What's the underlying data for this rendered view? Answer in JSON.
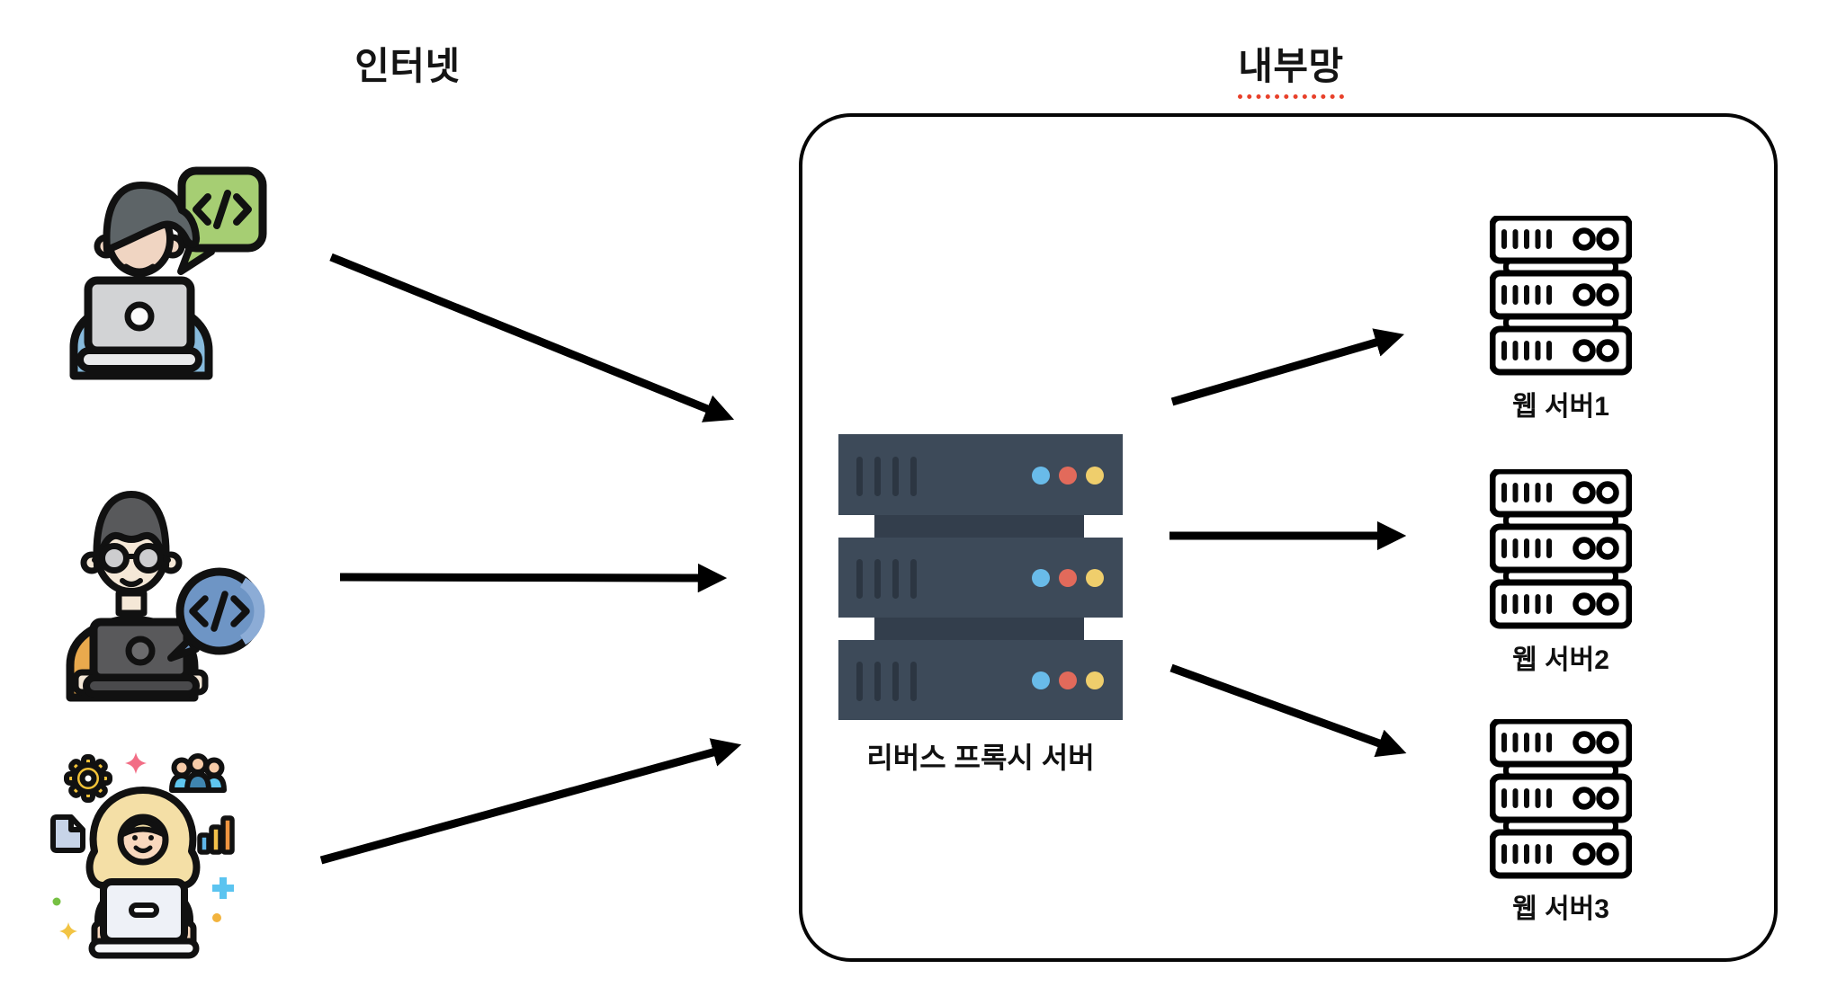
{
  "diagram": {
    "internet_zone": {
      "title": "인터넷"
    },
    "internal_zone": {
      "title": "내부망"
    },
    "clients": [
      {
        "icon": "developer-laptop-code-bubble-icon"
      },
      {
        "icon": "developer-glasses-laptop-code-bubble-icon"
      },
      {
        "icon": "planner-laptop-gear-chart-icon"
      }
    ],
    "proxy": {
      "label": "리버스 프록시 서버",
      "icon": "proxy-server-rack-icon"
    },
    "web_servers": [
      {
        "label": "웹 서버1",
        "icon": "web-server-rack-icon"
      },
      {
        "label": "웹 서버2",
        "icon": "web-server-rack-icon"
      },
      {
        "label": "웹 서버3",
        "icon": "web-server-rack-icon"
      }
    ],
    "colors": {
      "server_body": "#3D4A59",
      "server_connector": "#333E4C",
      "server_slot": "#2C3642",
      "led_blue": "#69BBE9",
      "led_red": "#E26A5B",
      "led_yellow": "#EFCE6C",
      "bubble_green": "#A6CE73",
      "bubble_blue": "#6E95C5",
      "shirt_blue": "#87BADC",
      "shirt_orange": "#E9A94D",
      "shirt_pink": "#F27A99",
      "underline_red": "#E8402A",
      "arrow": "#000000"
    }
  }
}
